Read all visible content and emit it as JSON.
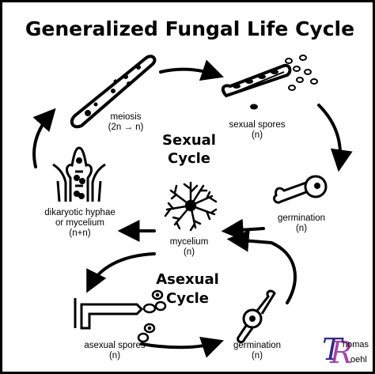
{
  "title": "Generalized Fungal Life Cycle",
  "cycles": {
    "sexual": [
      "Sexual",
      "Cycle"
    ],
    "asexual": [
      "Asexual",
      "Cycle"
    ]
  },
  "labels": {
    "meiosis": [
      "meiosis",
      "(2n → n)"
    ],
    "sexual_spores": [
      "sexual spores",
      "(n)"
    ],
    "germination_top": [
      "germination",
      "(n)"
    ],
    "mycelium": [
      "mycelium",
      "(n)"
    ],
    "dikaryotic": [
      "dikaryotic hyphae",
      "or mycelium",
      "(n+n)"
    ],
    "asexual_spores": [
      "asexual spores",
      "(n)"
    ],
    "germination_bottom": [
      "germination",
      "(n)"
    ]
  },
  "logo": {
    "initials": "TR",
    "text": [
      "homas",
      "oehl"
    ],
    "colors": [
      "#2c2c8c",
      "#a02fa0"
    ]
  }
}
